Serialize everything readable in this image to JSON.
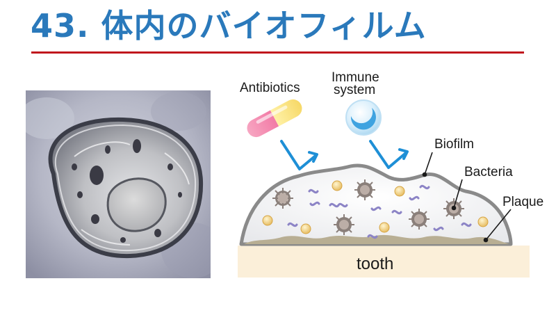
{
  "slide": {
    "title": "43. 体内のバイオフィルム"
  },
  "diagram": {
    "labels": {
      "antibiotics": "Antibiotics",
      "immune_line1": "Immune",
      "immune_line2": "system",
      "biofilm": "Biofilm",
      "bacteria": "Bacteria",
      "plaque": "Plaque",
      "tooth": "tooth"
    }
  },
  "colors": {
    "title": "#2a79bb",
    "rule": "#c0171d",
    "arrow": "#1e8fd6",
    "tooth": "#fbefd9",
    "plaque": "#b8ae93",
    "biofilm_outline": "#8a8a8a"
  }
}
